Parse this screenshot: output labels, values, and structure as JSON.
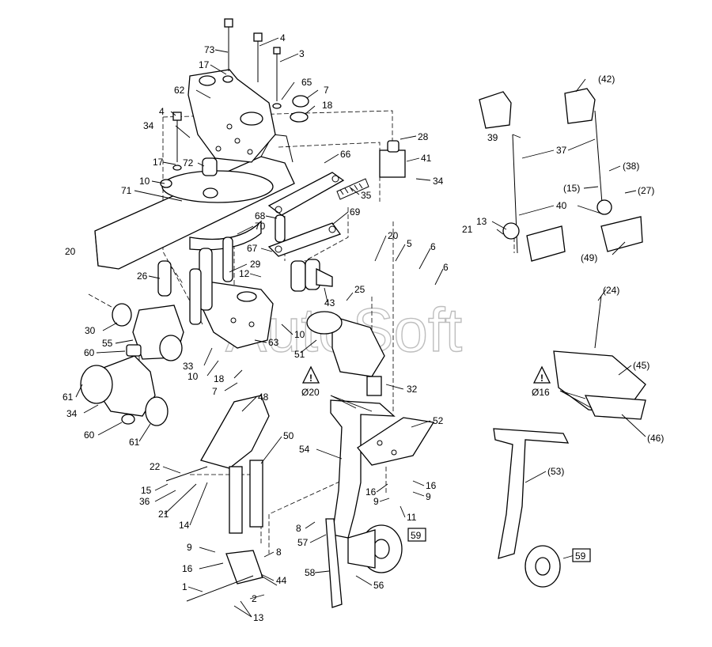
{
  "watermark": "AutoSoft",
  "warnings": {
    "left": {
      "symbol": "!",
      "label": "Ø20"
    },
    "right": {
      "symbol": "!",
      "label": "Ø16"
    }
  },
  "callouts": [
    {
      "id": "c73",
      "text": "73"
    },
    {
      "id": "c4a",
      "text": "4"
    },
    {
      "id": "c3",
      "text": "3"
    },
    {
      "id": "c17a",
      "text": "17"
    },
    {
      "id": "c65",
      "text": "65"
    },
    {
      "id": "c7a",
      "text": "7"
    },
    {
      "id": "c62",
      "text": "62"
    },
    {
      "id": "c18a",
      "text": "18"
    },
    {
      "id": "c4b",
      "text": "4"
    },
    {
      "id": "c34a",
      "text": "34"
    },
    {
      "id": "c28",
      "text": "28"
    },
    {
      "id": "c66",
      "text": "66"
    },
    {
      "id": "c41",
      "text": "41"
    },
    {
      "id": "c17b",
      "text": "17"
    },
    {
      "id": "c72",
      "text": "72"
    },
    {
      "id": "c10a",
      "text": "10"
    },
    {
      "id": "c34b",
      "text": "34"
    },
    {
      "id": "c71",
      "text": "71"
    },
    {
      "id": "c35",
      "text": "35"
    },
    {
      "id": "c68",
      "text": "68"
    },
    {
      "id": "c69",
      "text": "69"
    },
    {
      "id": "c70",
      "text": "70"
    },
    {
      "id": "c20a",
      "text": "20"
    },
    {
      "id": "c67",
      "text": "67"
    },
    {
      "id": "c29",
      "text": "29"
    },
    {
      "id": "c26",
      "text": "26"
    },
    {
      "id": "c12",
      "text": "12"
    },
    {
      "id": "c43",
      "text": "43"
    },
    {
      "id": "c25",
      "text": "25"
    },
    {
      "id": "c20b",
      "text": "20"
    },
    {
      "id": "c5",
      "text": "5"
    },
    {
      "id": "c6a",
      "text": "6"
    },
    {
      "id": "c6b",
      "text": "6"
    },
    {
      "id": "c30",
      "text": "30"
    },
    {
      "id": "c55",
      "text": "55"
    },
    {
      "id": "c10b",
      "text": "10"
    },
    {
      "id": "c63",
      "text": "63"
    },
    {
      "id": "c60a",
      "text": "60"
    },
    {
      "id": "c51",
      "text": "51"
    },
    {
      "id": "c33",
      "text": "33"
    },
    {
      "id": "c10c",
      "text": "10"
    },
    {
      "id": "c18b",
      "text": "18"
    },
    {
      "id": "c7b",
      "text": "7"
    },
    {
      "id": "c61a",
      "text": "61"
    },
    {
      "id": "c32",
      "text": "32"
    },
    {
      "id": "c34c",
      "text": "34"
    },
    {
      "id": "c48",
      "text": "48"
    },
    {
      "id": "c60b",
      "text": "60"
    },
    {
      "id": "c61b",
      "text": "61"
    },
    {
      "id": "c52",
      "text": "52"
    },
    {
      "id": "c50",
      "text": "50"
    },
    {
      "id": "c54",
      "text": "54"
    },
    {
      "id": "c22",
      "text": "22"
    },
    {
      "id": "c15a",
      "text": "15"
    },
    {
      "id": "c36",
      "text": "36"
    },
    {
      "id": "c21a",
      "text": "21"
    },
    {
      "id": "c14",
      "text": "14"
    },
    {
      "id": "c16a",
      "text": "16"
    },
    {
      "id": "c16b",
      "text": "16"
    },
    {
      "id": "c9a",
      "text": "9"
    },
    {
      "id": "c9b",
      "text": "9"
    },
    {
      "id": "c11",
      "text": "11"
    },
    {
      "id": "c8a",
      "text": "8"
    },
    {
      "id": "c57",
      "text": "57"
    },
    {
      "id": "c59a",
      "text": "59"
    },
    {
      "id": "c9c",
      "text": "9"
    },
    {
      "id": "c8b",
      "text": "8"
    },
    {
      "id": "c16c",
      "text": "16"
    },
    {
      "id": "c58",
      "text": "58"
    },
    {
      "id": "c44",
      "text": "44"
    },
    {
      "id": "c56",
      "text": "56"
    },
    {
      "id": "c1",
      "text": "1"
    },
    {
      "id": "c2",
      "text": "2"
    },
    {
      "id": "c13a",
      "text": "13"
    },
    {
      "id": "c42",
      "text": "(42)"
    },
    {
      "id": "c39",
      "text": "39"
    },
    {
      "id": "c37",
      "text": "37"
    },
    {
      "id": "c38",
      "text": "(38)"
    },
    {
      "id": "c15b",
      "text": "(15)"
    },
    {
      "id": "c27",
      "text": "(27)"
    },
    {
      "id": "c40",
      "text": "40"
    },
    {
      "id": "c13b",
      "text": "13"
    },
    {
      "id": "c21b",
      "text": "21"
    },
    {
      "id": "c49",
      "text": "(49)"
    },
    {
      "id": "c24",
      "text": "(24)"
    },
    {
      "id": "c45",
      "text": "(45)"
    },
    {
      "id": "c46",
      "text": "(46)"
    },
    {
      "id": "c53",
      "text": "(53)"
    },
    {
      "id": "c59b",
      "text": "59"
    }
  ]
}
